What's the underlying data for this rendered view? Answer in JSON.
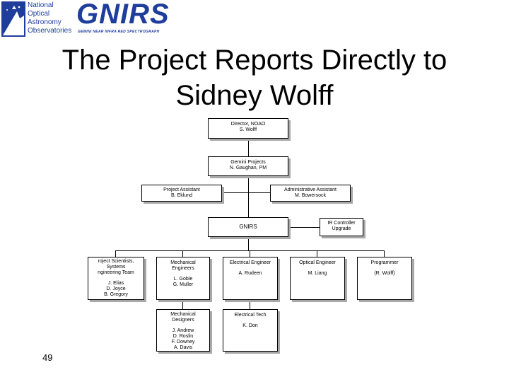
{
  "logo": {
    "org_lines": [
      "National",
      "Optical",
      "Astronomy",
      "Observatories"
    ],
    "brand": "GNIRS",
    "tagline": "GEMINI NEAR INFRA RED SPECTROGRAPH",
    "colors": {
      "brand": "#1f3e9c",
      "emblem": "#1f3e9c"
    }
  },
  "title": [
    "The Project Reports Directly to",
    "Sidney Wolff"
  ],
  "org_chart": {
    "director": [
      "Director, NOAO",
      "S. Wolff"
    ],
    "gemini_projects": [
      "Gemini Projects",
      "N. Gaughan, PM"
    ],
    "project_assistant": [
      "Project Assistant",
      "B. Eklund"
    ],
    "admin_assistant": [
      "Administrative Assistant",
      "M. Bowersock"
    ],
    "gnirs": [
      "GNIRS"
    ],
    "ir_controller": [
      "IR Controller",
      "Upgrade"
    ],
    "project_scientists": [
      "roject Scientists,",
      "Systems",
      "ngineering Team",
      "",
      "J. Elias",
      "D. Joyce",
      "B. Gregory"
    ],
    "mechanical_engineers": [
      "Mechanical",
      "Engineers",
      "",
      "L. Goble",
      "G. Muller"
    ],
    "electrical_engineer": [
      "Electrical Engineer",
      "",
      "A. Rudeen"
    ],
    "optical_engineer": [
      "Optical Engineer",
      "",
      "M. Liang"
    ],
    "programmer": [
      "Programmer",
      "",
      "(R. Wolff)"
    ],
    "mechanical_designers": [
      "Mechanical",
      "Designers",
      "",
      "J. Andrew",
      "D. Roslin",
      "F. Downey",
      "A. Davis"
    ],
    "electrical_tech": [
      "Electrical Tech",
      "",
      "K. Don"
    ]
  },
  "page_number": "49"
}
